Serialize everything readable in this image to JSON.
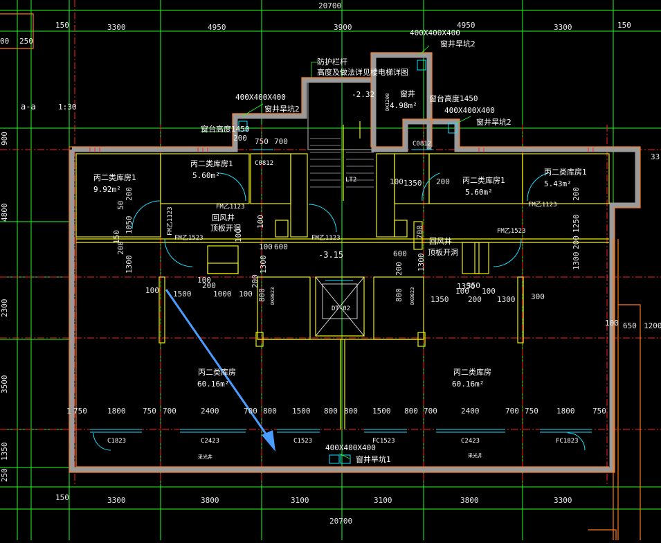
{
  "overall_dimension_top": "20700",
  "overall_dimension_bottom": "20700",
  "top_dimensions": [
    "150",
    "3300",
    "4950",
    "3900",
    "4950",
    "3300",
    "150"
  ],
  "bottom_dimensions": [
    "150",
    "3300",
    "3800",
    "3100",
    "3100",
    "3800",
    "3300"
  ],
  "left_dimensions": [
    "900",
    "4800",
    "2300",
    "3500",
    "1350",
    "250"
  ],
  "section_label": "a-a",
  "section_scale": "1:30",
  "fragments": {
    "top_left_00": "00",
    "top_left_250": "250",
    "right_33": "33",
    "right_650": "650",
    "right_1200": "1200"
  },
  "window_wells": [
    {
      "size": "400X400X400",
      "label": "窗井旱坑2"
    },
    {
      "size": "400X400X400",
      "label": "窗井旱坑2"
    },
    {
      "size": "400X400X400",
      "label": "窗井旱坑2"
    },
    {
      "size": "400X400X400",
      "label": "窗井旱坑1"
    }
  ],
  "notes": {
    "railing_1": "防护栏杆",
    "railing_2": "高度及做法详见楼电梯详图",
    "elev_stair": "-2.32",
    "well_name": "窗井",
    "well_area": "4.98m²",
    "sill_right": "窗台高度1450",
    "sill_left": "窗台高度1450",
    "elev_hall": "-3.15",
    "elevator": "DT-02",
    "stair": "LT2",
    "duct_1": "回风井",
    "duct_2": "顶板开洞",
    "duct_3": "回风井",
    "duct_4": "顶板开洞",
    "r_250": "250",
    "r_2": "200",
    "r_c0812a": "C0812",
    "r_c0812b": "C0812",
    "r_750": "750",
    "r_700": "700",
    "fm_left": "FM乙1123",
    "fm_left2": "FM乙1523",
    "fm_center": "FM乙1123",
    "fm_right": "FM乙1123",
    "fm_right2": "FM乙1523",
    "fm_left_v": "FM乙1123",
    "dk_hall": "DK0823",
    "dk_hall2": "DK0823",
    "dk_top": "DK1208"
  },
  "rooms": [
    {
      "name": "丙二类库房1",
      "area": "9.92m²"
    },
    {
      "name": "丙二类库房1",
      "area": "5.60m²"
    },
    {
      "name": "丙二类库房1",
      "area": "5.60m²"
    },
    {
      "name": "丙二类库房1",
      "area": "5.43m²"
    },
    {
      "name": "丙二类库房",
      "area": "60.16m²"
    },
    {
      "name": "丙二类库房",
      "area": "60.16m²"
    }
  ],
  "inner_dims_left": [
    "1050",
    "50",
    "200",
    "150",
    "200",
    "1300",
    "100",
    "1500",
    "100",
    "200",
    "1000",
    "100",
    "100",
    "100",
    "600",
    "1300",
    "200",
    "100"
  ],
  "inner_dims_right": [
    "1350",
    "200",
    "100",
    "1350",
    "700",
    "600",
    "1300",
    "200",
    "100",
    "1350",
    "200",
    "100",
    "1300",
    "300",
    "1300",
    "200",
    "1250",
    "200",
    "100",
    "800",
    "800",
    "350"
  ],
  "window_strip_dims": [
    "1",
    "750",
    "1800",
    "750",
    "700",
    "2400",
    "700",
    "800",
    "1500",
    "800",
    "800",
    "1500",
    "800",
    "700",
    "2400",
    "700",
    "750",
    "1800",
    "750"
  ],
  "windows_bottom": [
    "C1823",
    "C2423",
    "C1523",
    "FC1523",
    "C2423",
    "FC1823"
  ],
  "light_well_labels": [
    "采光井",
    "采光井"
  ],
  "colors": {
    "green": "#22ff22",
    "red": "#ff2020",
    "yellow": "#f2f200",
    "orange": "#ff7a1a",
    "gray": "#9a9a9a",
    "cyan": "#18e0ff",
    "arrow": "#4a9cff",
    "white": "#ffffff",
    "magenta": "#ff40ff"
  }
}
